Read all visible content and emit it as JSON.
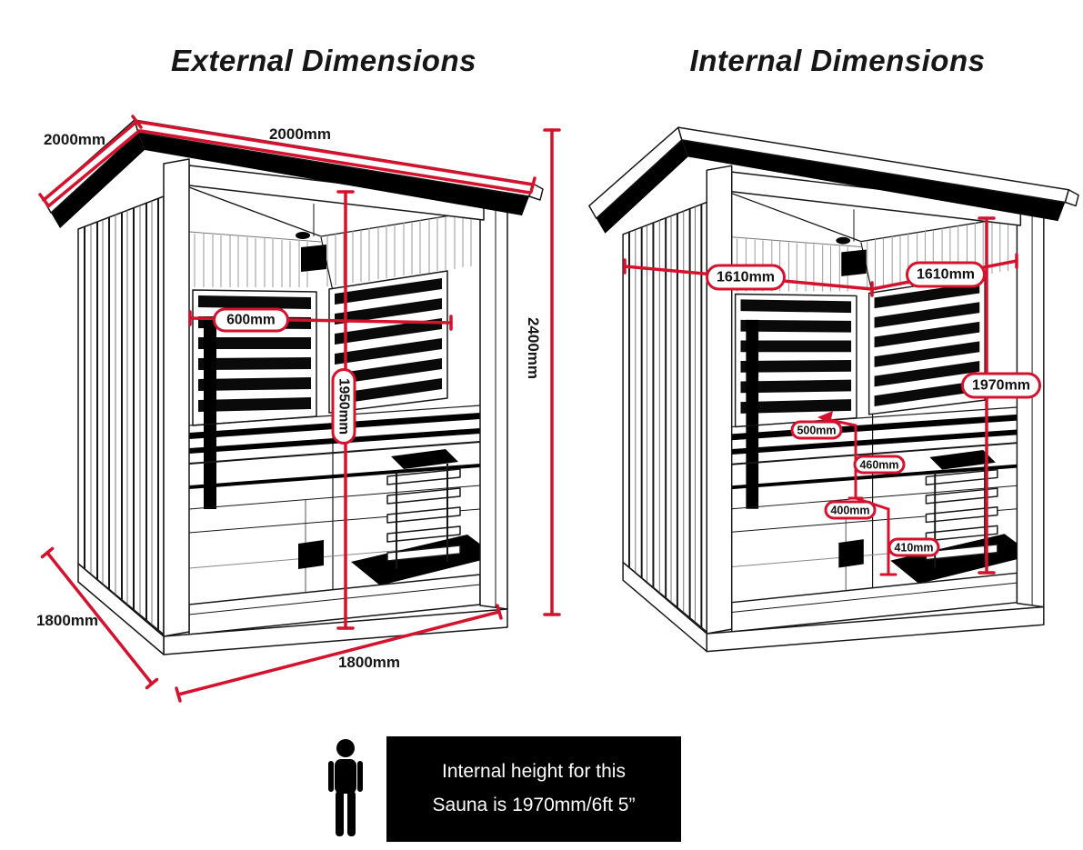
{
  "colors": {
    "dimension_red": "#d5122e",
    "ink": "#161616",
    "banner_bg": "#000000",
    "banner_text": "#ffffff"
  },
  "external_panel": {
    "title": "External Dimensions",
    "roof_side": "2000mm",
    "roof_front": "2000mm",
    "overall_height": "2400mm",
    "panel_width": "600mm",
    "glass_height": "1950mm",
    "base_side": "1800mm",
    "base_front": "1800mm"
  },
  "internal_panel": {
    "title": "Internal Dimensions",
    "width_left_wall": "1610mm",
    "width_right_wall": "1610mm",
    "internal_height": "1970mm",
    "bench_top_depth": "500mm",
    "bench_back_height": "460mm",
    "bench_seat_depth": "400mm",
    "bench_seat_height": "410mm"
  },
  "banner": {
    "line1": "Internal height for this",
    "line2": "Sauna is 1970mm/6ft 5”"
  }
}
